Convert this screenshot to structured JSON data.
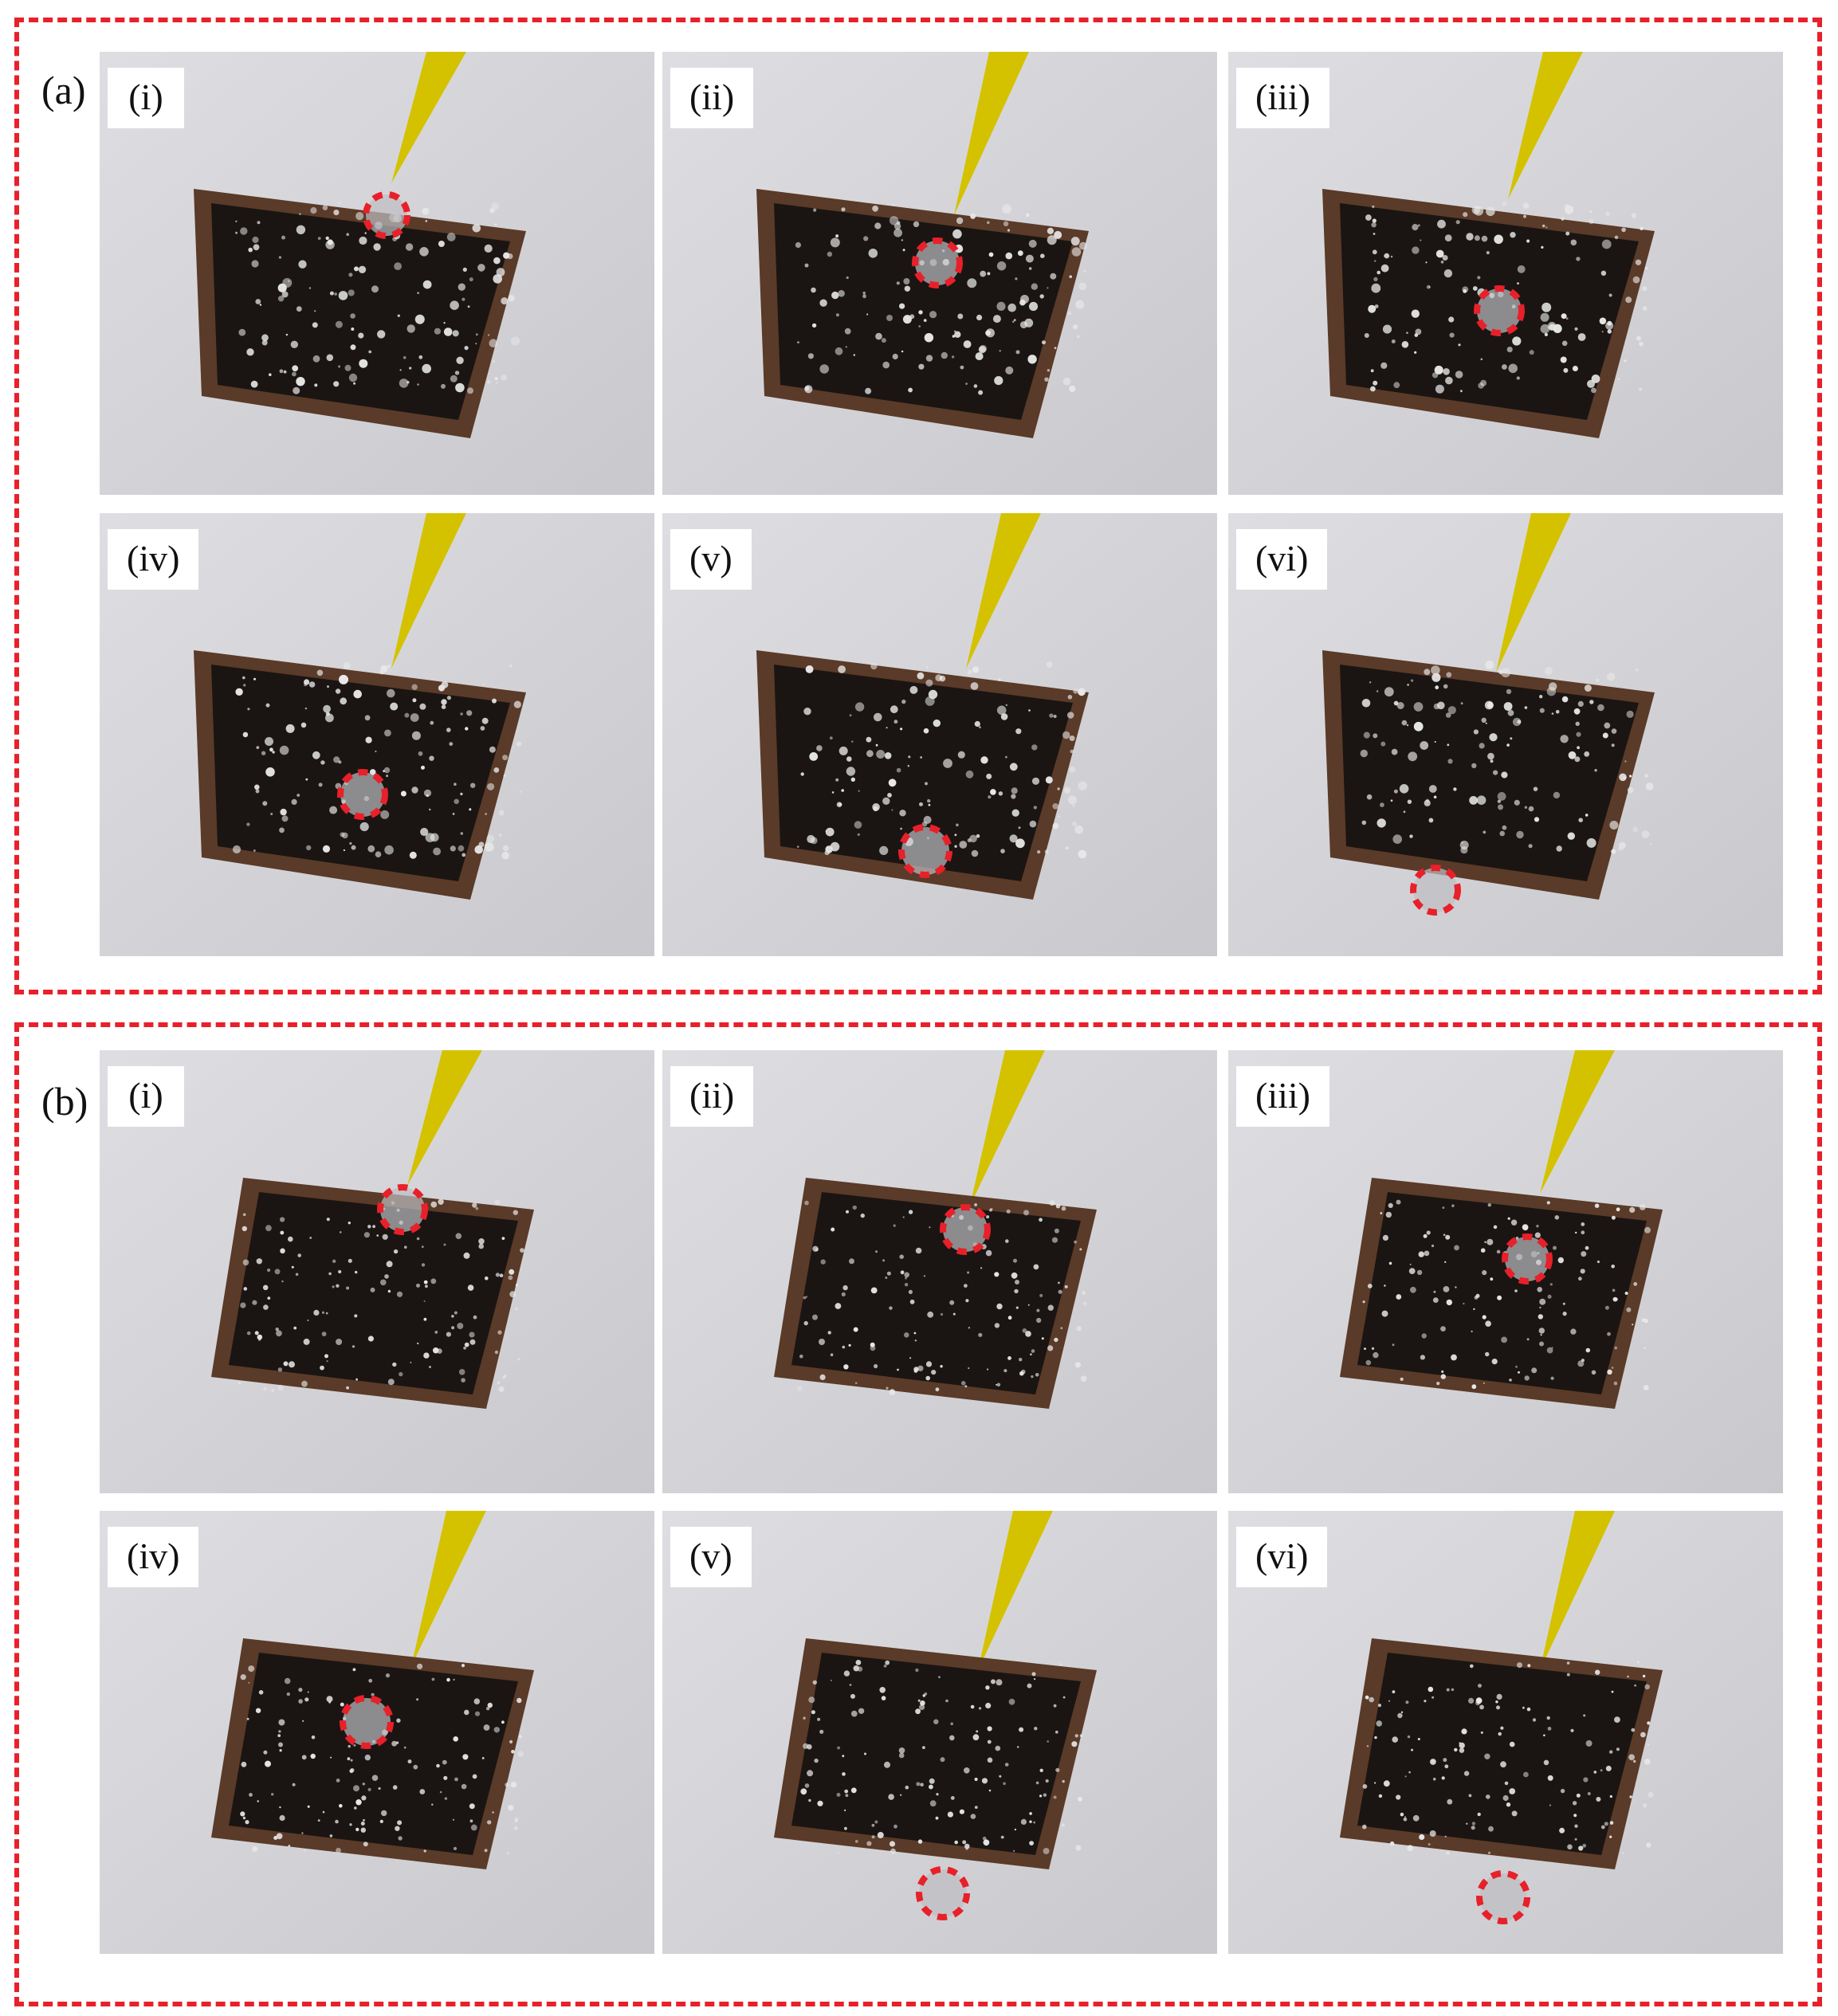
{
  "figure": {
    "groups": [
      {
        "label": "(a)",
        "panels": [
          {
            "label": "(i)",
            "droplet_state": "at tip"
          },
          {
            "label": "(ii)",
            "droplet_state": "on top cell"
          },
          {
            "label": "(iii)",
            "droplet_state": "center"
          },
          {
            "label": "(iv)",
            "droplet_state": "lower center"
          },
          {
            "label": "(v)",
            "droplet_state": "lower edge"
          },
          {
            "label": "(vi)",
            "droplet_state": "rolled off"
          }
        ]
      },
      {
        "label": "(b)",
        "panels": [
          {
            "label": "(i)",
            "droplet_state": "at tip"
          },
          {
            "label": "(ii)",
            "droplet_state": "on top edge"
          },
          {
            "label": "(iii)",
            "droplet_state": "upper center"
          },
          {
            "label": "(iv)",
            "droplet_state": "center"
          },
          {
            "label": "(v)",
            "droplet_state": "rolled off"
          },
          {
            "label": "(vi)",
            "droplet_state": "rolled off"
          }
        ]
      }
    ],
    "colors": {
      "frame_dash": "#e8202a",
      "marker_dash": "#e8202a",
      "pipette": "#d4c200",
      "substrate": "#1a1512",
      "substrate_rim": "#5a3a28",
      "background": "#d6d6d9"
    }
  }
}
